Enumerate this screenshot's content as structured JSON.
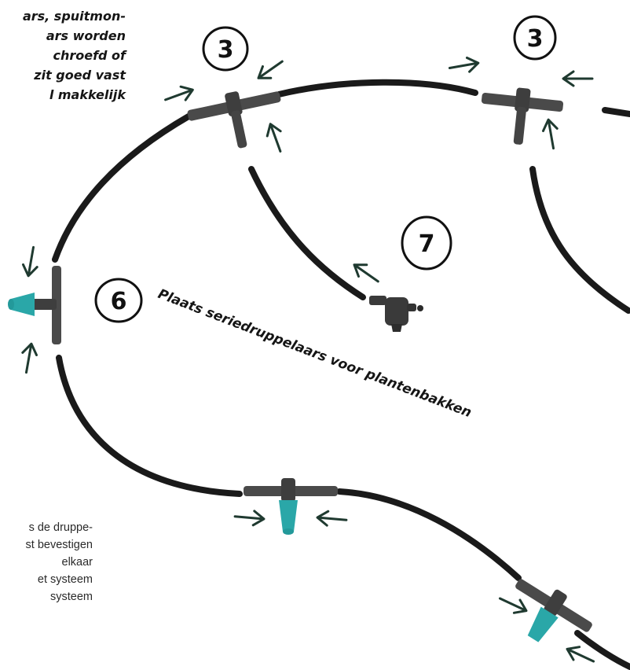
{
  "top_text": [
    "ars, spuitmon-",
    "ars worden",
    "chroefd of",
    "zit goed vast",
    "l makkelijk"
  ],
  "bottom_text": [
    "s de druppe-",
    "st bevestigen",
    "elkaar",
    "et systeem",
    "systeem"
  ],
  "steps": {
    "step_a": "3",
    "step_b": "3",
    "step_c": "7",
    "step_d": "6"
  },
  "caption": "Plaats seriedruppelaars voor plantenbakken",
  "colors": {
    "tube": "#1a1a1a",
    "connector": "#4a4a4a",
    "dripper": "#2aa7a8",
    "arrow": "#1f3a30"
  },
  "icons": [
    "tee-connector-icon",
    "dripper-icon",
    "end-cap-icon",
    "arrow-icon"
  ]
}
